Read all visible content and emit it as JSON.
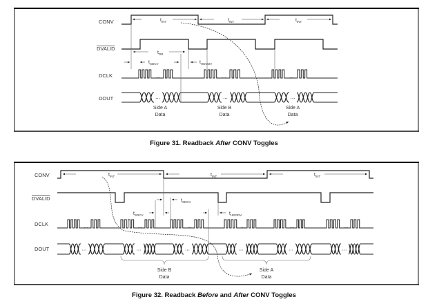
{
  "figure31": {
    "caption": {
      "prefix": "Figure 31.  Readback ",
      "emph": "After",
      "suffix": " CONV Toggles"
    },
    "signals": [
      "CONV",
      "DVALID",
      "DCLK",
      "DOUT"
    ],
    "timing_labels": [
      {
        "main": "t",
        "sub": "INT"
      },
      {
        "main": "t",
        "sub": "INT"
      },
      {
        "main": "t",
        "sub": "INT"
      },
      {
        "main": "t",
        "sub": "DR"
      },
      {
        "main": "t",
        "sub": "SDCV"
      },
      {
        "main": "t",
        "sub": "HDODV"
      }
    ],
    "data_labels": [
      {
        "line1": "Side A",
        "line2": "Data"
      },
      {
        "line1": "Side B",
        "line2": "Data"
      },
      {
        "line1": "Side A",
        "line2": "Data"
      }
    ],
    "ellipsis": "..."
  },
  "figure32": {
    "caption": {
      "prefix": "Figure 32.  Readback ",
      "emph1": "Before",
      "mid": " and ",
      "emph2": "After",
      "suffix": " CONV Toggles"
    },
    "signals": [
      "CONV",
      "DVALID",
      "DCLK",
      "DOUT"
    ],
    "timing_labels": [
      {
        "main": "t",
        "sub": "INT"
      },
      {
        "main": "t",
        "sub": "INT"
      },
      {
        "main": "t",
        "sub": "INT"
      },
      {
        "main": "t",
        "sub": "SDCV"
      },
      {
        "main": "t",
        "sub": "SDCV"
      },
      {
        "main": "t",
        "sub": "HDODV"
      }
    ],
    "data_labels": [
      {
        "line1": "Side B",
        "line2": "Data"
      },
      {
        "line1": "Side A",
        "line2": "Data"
      }
    ],
    "ellipsis": "..."
  }
}
